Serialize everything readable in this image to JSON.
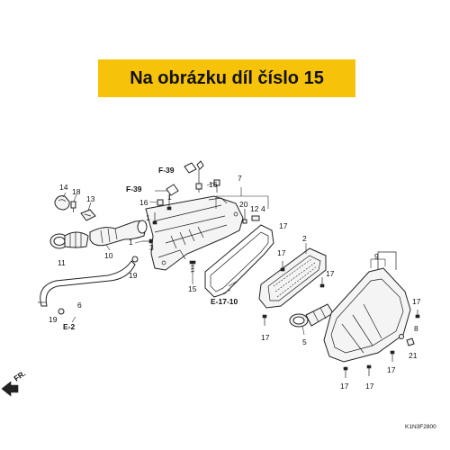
{
  "banner": {
    "text": "Na obrázku díl číslo 15",
    "bg_color": "#f7c30a"
  },
  "refs": {
    "f39a": "F-39",
    "f39b": "F-39",
    "e17_10": "E-17-10",
    "e2": "E-2"
  },
  "direction": {
    "label": "FR."
  },
  "diagram_code": "K1N3F2800",
  "callouts": {
    "c1": "14",
    "c2": "18",
    "c3": "13",
    "c4": "11",
    "c5": "10",
    "c6": "16",
    "c7": "1",
    "c8": "16",
    "c9": "1",
    "c10": "1",
    "c11": "3",
    "c12": "19",
    "c13": "15",
    "c14": "7",
    "c15": "20",
    "c16": "12",
    "c17": "4",
    "c18": "17",
    "c19": "2",
    "c20": "17",
    "c21": "17",
    "c22": "19",
    "c23": "6",
    "c24": "5",
    "c25": "9",
    "c26": "17",
    "c27": "8",
    "c28": "21",
    "c29": "17",
    "c30": "17",
    "c31": "17",
    "c32": "17"
  }
}
